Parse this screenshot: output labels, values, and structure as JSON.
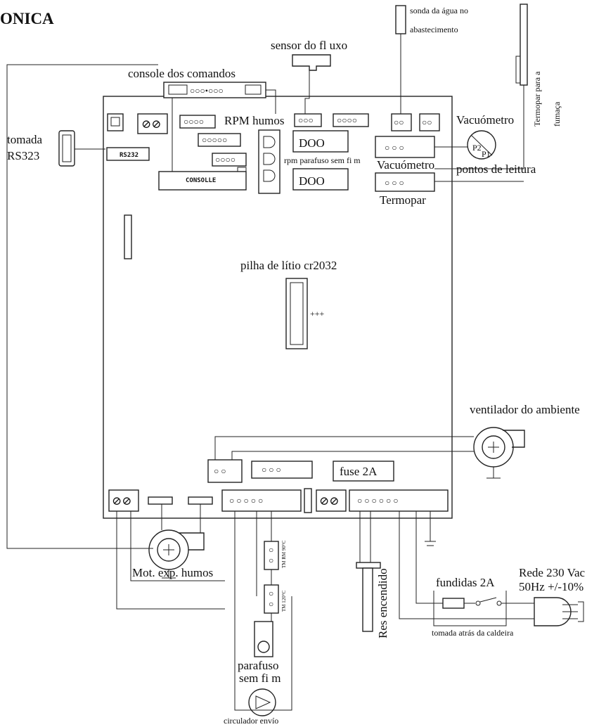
{
  "title": "ONICA",
  "labels": {
    "sonda_agua": [
      "sonda da água no",
      "abastecimento"
    ],
    "termopar_fumaca": [
      "Termopar para a",
      "fumaça"
    ],
    "sensor_fluxo": "sensor do fl uxo",
    "console_comandos": "console dos comandos",
    "rpm_humos": "RPM humos",
    "tomada_rs": [
      "tomada",
      "RS323"
    ],
    "rs232_chip": "RS232",
    "consolle": "CONSOLLE",
    "rpm_parafuso": "rpm parafuso sem fi m",
    "vacuometro_top": "Vacuómetro",
    "vacuometro_conn": "Vacuómetro",
    "pontos_leitura": "pontos de leitura",
    "termopar": "Termopar",
    "pilha": "pilha de lítio cr2032",
    "ventilador": "ventilador do ambiente",
    "fuse": "fuse 2A",
    "mot_exp": "Mot. exp. humos",
    "res_encendido": "Res encendido",
    "fundidas": "fundidas 2A",
    "rede": [
      "Rede 230 Vac",
      "50Hz +/-10%"
    ],
    "tomada_caldeira": "tomada atrás da caldeira",
    "parafuso": [
      "parafuso",
      "sem fi m"
    ],
    "circulador": "circulador envío",
    "tm90": "TM RM 90°C",
    "tm120": "TM 120°C",
    "p1": "P1",
    "p2": "P2"
  }
}
